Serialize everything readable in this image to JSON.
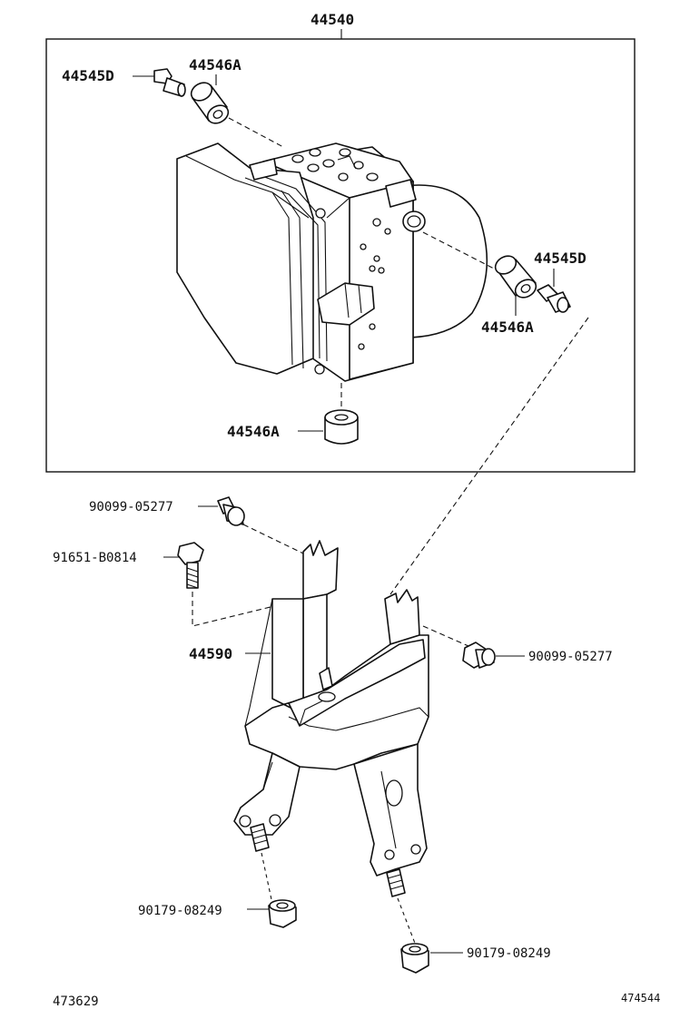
{
  "assembly": {
    "code": "44540"
  },
  "parts": {
    "bolt_44545D_top": "44545D",
    "cushion_44546A_top": "44546A",
    "bolt_44545D_right": "44545D",
    "cushion_44546A_right": "44546A",
    "cushion_44546A_bottom": "44546A",
    "nut_90099_upper": "90099-05277",
    "bolt_91651": "91651-B0814",
    "bracket_44590": "44590",
    "nut_90099_right": "90099-05277",
    "nut_90179_left": "90179-08249",
    "nut_90179_right": "90179-08249"
  },
  "footer": {
    "left_ref": "473629",
    "right_ref": "474544"
  }
}
